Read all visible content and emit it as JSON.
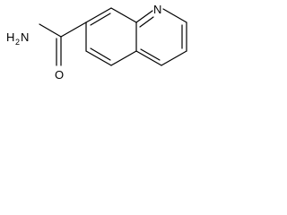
{
  "molecule": {
    "atoms": {
      "nitrogen_ring": "N",
      "oxygen": "O",
      "amine_H": "H",
      "amine_subscript": "2",
      "amine_N": "N"
    },
    "colors": {
      "bond": "#000000",
      "label": "#000000",
      "background": "#ffffff"
    }
  }
}
